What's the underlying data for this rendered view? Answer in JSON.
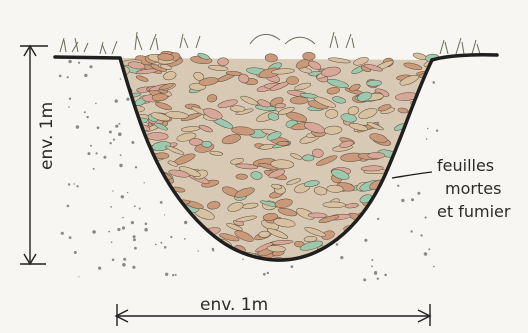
{
  "diagram": {
    "depth_label": "env. 1m",
    "width_label": "env. 1m",
    "fill_label_lines": [
      "feuilles",
      "mortes",
      "et fumier"
    ],
    "colors": {
      "background": "#f7f6f2",
      "ink": "#1f1f1f",
      "leaf_brown": "#c9997a",
      "leaf_tan": "#d8c1a0",
      "leaf_green": "#9cc9ad",
      "leaf_pink": "#d9a79a",
      "soil_dots": "#8a8a8a"
    }
  }
}
